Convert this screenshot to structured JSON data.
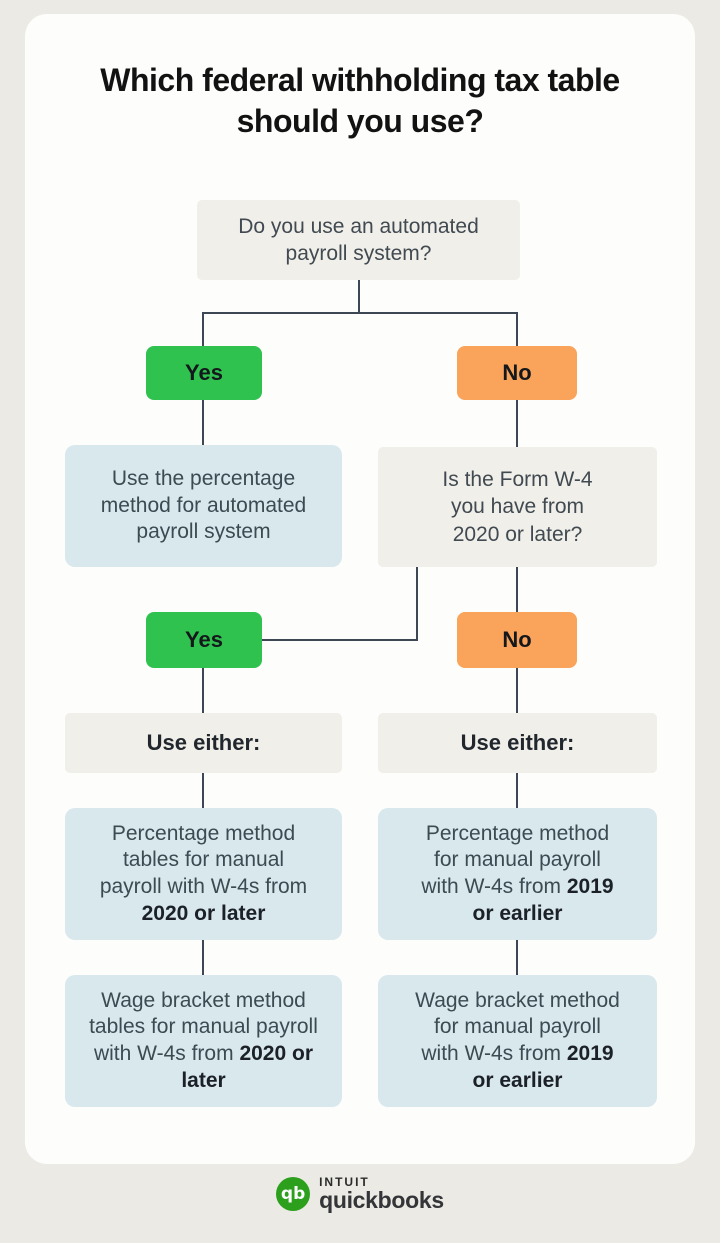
{
  "title": "Which federal withholding tax table should you use?",
  "flow": {
    "q_automated": "Do you use an automated payroll system?",
    "yes_1": "Yes",
    "no_1": "No",
    "result_automated": "Use the percentage method for automated payroll system",
    "q_w4_year": "Is the Form W-4 you have from 2020 or later?",
    "yes_2": "Yes",
    "no_2": "No",
    "use_either_left": "Use either:",
    "use_either_right": "Use either:",
    "pct_left": {
      "pre": "Percentage method tables for manual payroll with W-4s from",
      "bold": "2020 or later"
    },
    "pct_right": {
      "pre": "Percentage method for manual payroll with W-4s from",
      "bold": "2019 or earlier"
    },
    "wage_left": {
      "pre": "Wage bracket method tables for manual payroll with W-4s from",
      "bold": "2020 or later"
    },
    "wage_right": {
      "pre": "Wage bracket method for manual payroll with W-4s from",
      "bold": "2019 or earlier"
    }
  },
  "footer": {
    "qb_mark": "qb",
    "brand_top": "INTUIT",
    "brand_bottom": "quickbooks"
  },
  "colors": {
    "page_background": "#ebeae5",
    "card_background": "#fdfdfb",
    "gray_box": "#f0efea",
    "blue_box": "#d9e8ed",
    "yes_green": "#30c24f",
    "no_orange": "#f9a45a",
    "connector_line": "#3d4854",
    "quickbooks_green": "#2ca01c"
  }
}
